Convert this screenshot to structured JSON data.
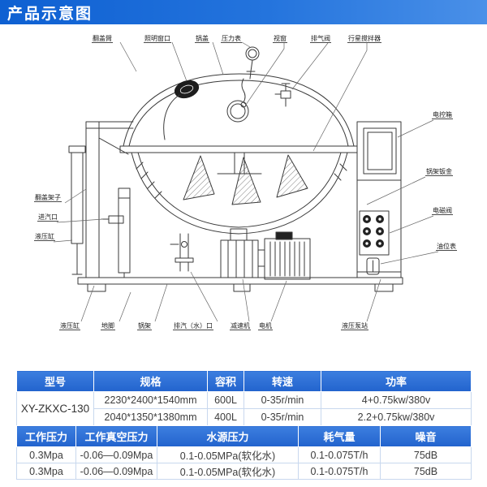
{
  "banner": {
    "title": "产品示意图"
  },
  "diagram": {
    "callouts": {
      "top": [
        "翻盖臂",
        "照明窗口",
        "锅盖",
        "压力表",
        "视窗",
        "排气阀",
        "行星搅拌器"
      ],
      "right": [
        "电控箱",
        "锅架钣金",
        "电磁阀",
        "油位表"
      ],
      "left": [
        "翻盖架子",
        "进汽口",
        "液压缸"
      ],
      "bottom": [
        "液压缸",
        "地脚",
        "锅架",
        "排汽（水）口",
        "减速机",
        "电机",
        "液压泵站"
      ]
    }
  },
  "table": {
    "spec": {
      "headers": [
        "型号",
        "规格",
        "容积",
        "转速",
        "功率"
      ],
      "model": "XY-ZKXC-130",
      "rows": [
        [
          "2230*2400*1540mm",
          "600L",
          "0-35r/min",
          "4+0.75kw/380v"
        ],
        [
          "2040*1350*1380mm",
          "400L",
          "0-35r/min",
          "2.2+0.75kw/380v"
        ]
      ]
    },
    "params": {
      "headers": [
        "工作压力",
        "工作真空压力",
        "水源压力",
        "耗气量",
        "噪音"
      ],
      "rows": [
        [
          "0.3Mpa",
          "-0.06—0.09Mpa",
          "0.1-0.05MPa(软化水)",
          "0.1-0.075T/h",
          "75dB"
        ],
        [
          "0.3Mpa",
          "-0.06—0.09Mpa",
          "0.1-0.05MPa(软化水)",
          "0.1-0.075T/h",
          "75dB"
        ]
      ]
    }
  },
  "colors": {
    "banner_blue": "#1668d6",
    "table_header_blue": "#2b6fd4"
  }
}
